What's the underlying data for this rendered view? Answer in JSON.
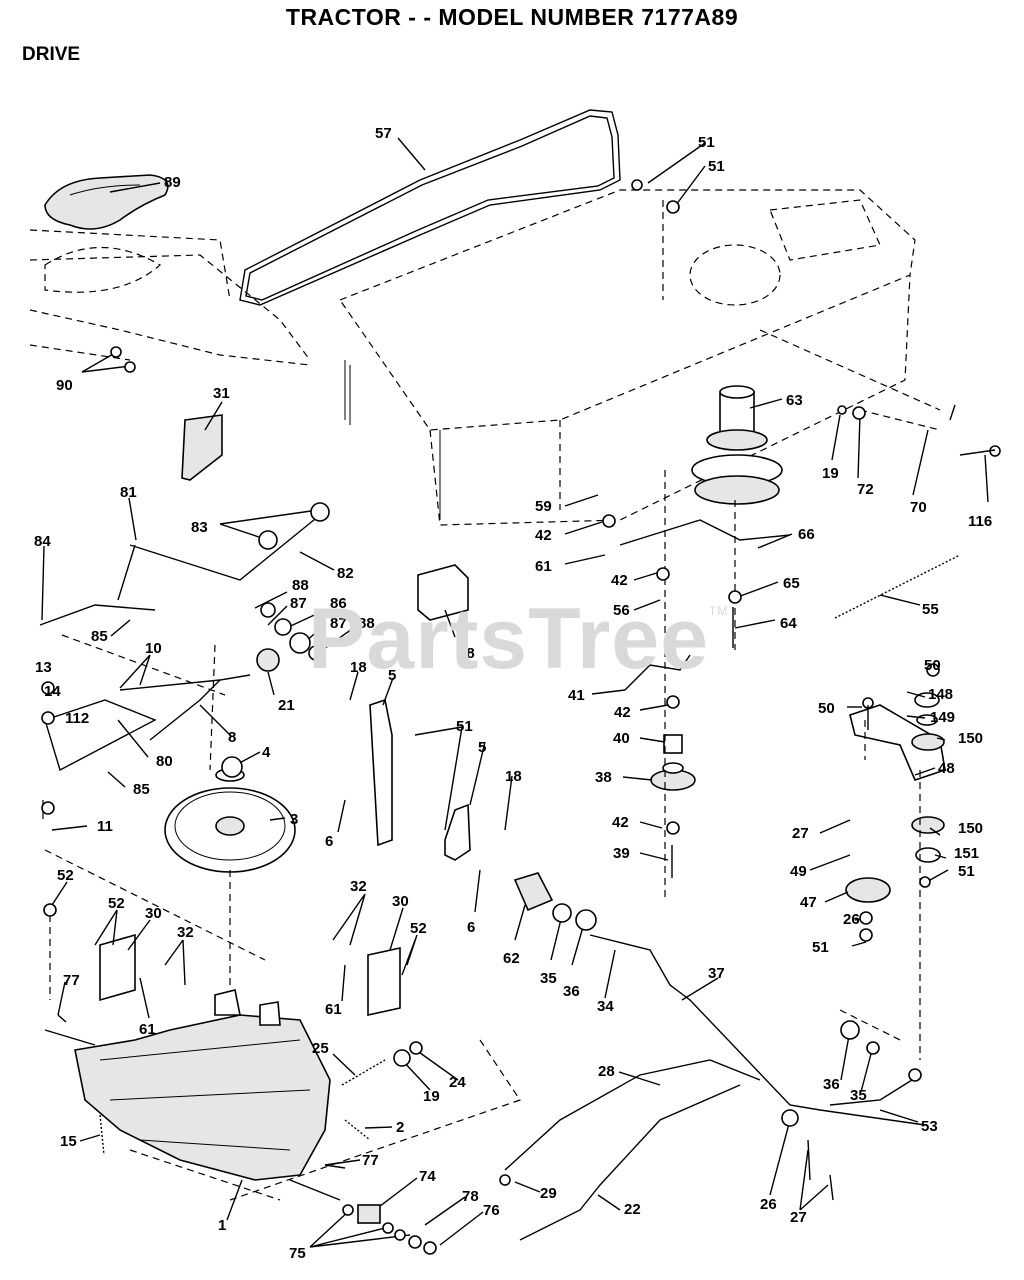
{
  "header": {
    "title": "TRACTOR - - MODEL NUMBER 7177A89",
    "section": "DRIVE"
  },
  "watermark": {
    "text": "PartsTree",
    "mark": "TM"
  },
  "callouts": [
    "57",
    "51",
    "51",
    "89",
    "90",
    "31",
    "63",
    "19",
    "72",
    "70",
    "116",
    "59",
    "42",
    "61",
    "66",
    "81",
    "83",
    "82",
    "84",
    "88",
    "87",
    "86",
    "87",
    "88",
    "85",
    "42",
    "56",
    "65",
    "64",
    "55",
    "10",
    "13",
    "14",
    "112",
    "21",
    "18",
    "58",
    "8",
    "5",
    "41",
    "42",
    "50",
    "148",
    "149",
    "150",
    "50",
    "80",
    "85",
    "4",
    "51",
    "40",
    "48",
    "3",
    "6",
    "5",
    "18",
    "38",
    "11",
    "42",
    "27",
    "150",
    "151",
    "39",
    "51",
    "49",
    "47",
    "52",
    "32",
    "52",
    "30",
    "32",
    "30",
    "52",
    "6",
    "26",
    "51",
    "62",
    "35",
    "36",
    "37",
    "61",
    "77",
    "61",
    "34",
    "25",
    "19",
    "24",
    "28",
    "36",
    "35",
    "53",
    "2",
    "15",
    "77",
    "29",
    "74",
    "26",
    "27",
    "1",
    "78",
    "76",
    "22",
    "75"
  ]
}
